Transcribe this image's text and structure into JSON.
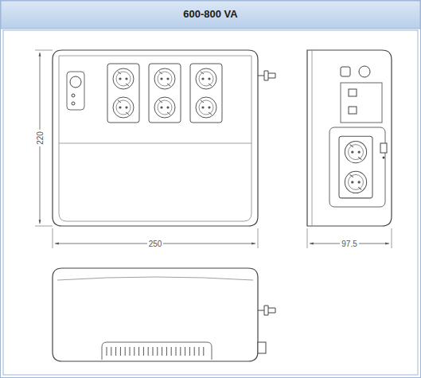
{
  "diagram": {
    "title": "600-800 VA",
    "labels": [
      "220",
      "250",
      "97.5"
    ]
  }
}
